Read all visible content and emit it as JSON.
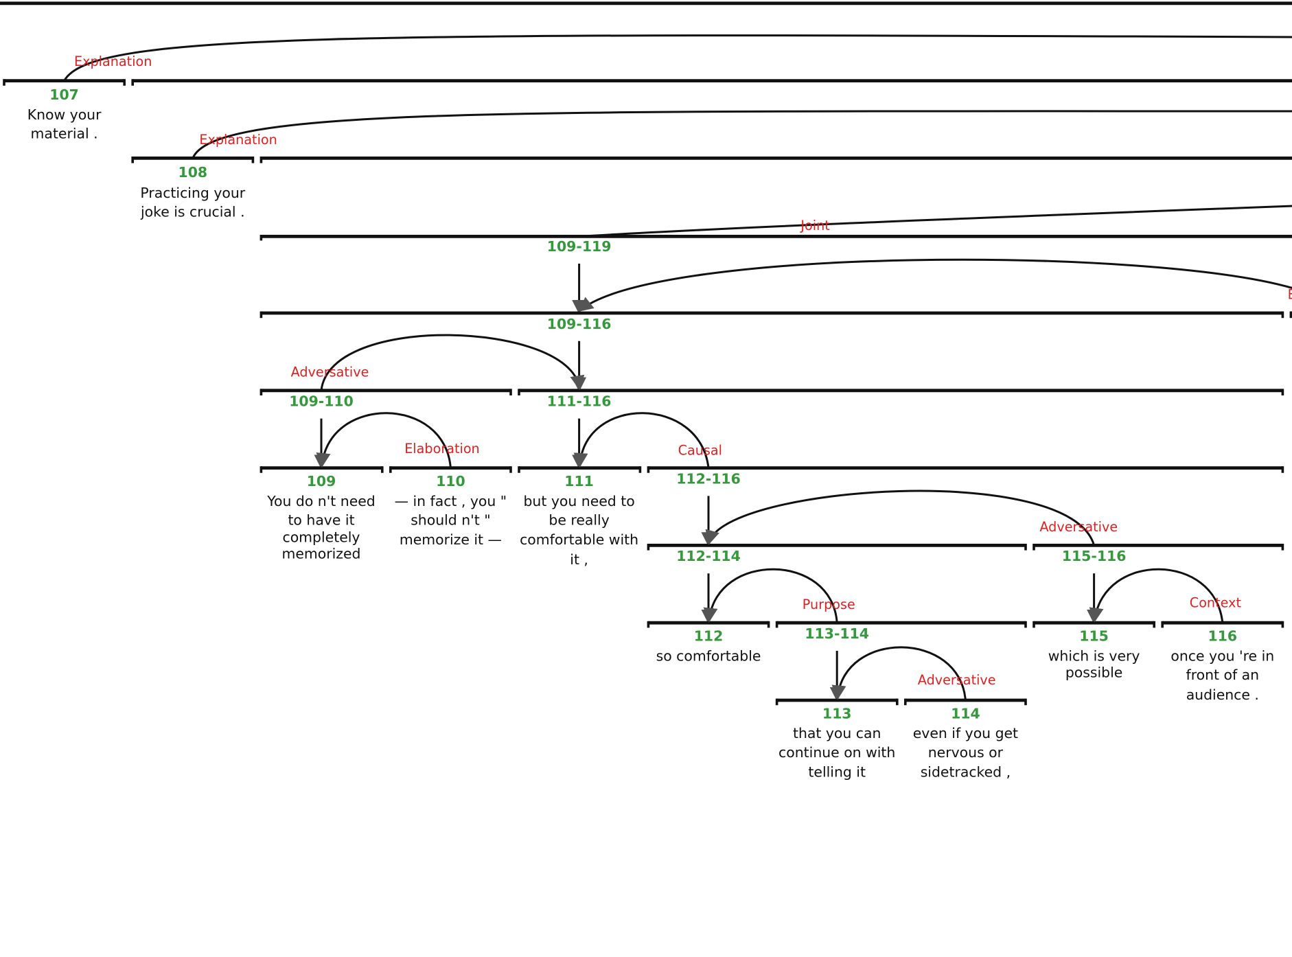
{
  "spans": {
    "s107": "107",
    "s108": "108",
    "s109_119": "109-119",
    "s109_116": "109-116",
    "s109_110": "109-110",
    "s111_116": "111-116",
    "s109": "109",
    "s110": "110",
    "s111": "111",
    "s112_116": "112-116",
    "s112_114": "112-114",
    "s115_116": "115-116",
    "s112": "112",
    "s113_114": "113-114",
    "s113": "113",
    "s114": "114",
    "s115": "115",
    "s116": "116"
  },
  "relations": {
    "r107": "Explanation",
    "r108": "Explanation",
    "joint": "Joint",
    "r109_116_right": "E",
    "adversative_109": "Adversative",
    "elaboration_110": "Elaboration",
    "causal_112": "Causal",
    "adversative_115": "Adversative",
    "purpose_113": "Purpose",
    "adversative_114": "Adversative",
    "context_116": "Context"
  },
  "texts": {
    "t107": [
      "Know your",
      "material ."
    ],
    "t108": [
      "Practicing your",
      "joke is crucial ."
    ],
    "t109": [
      "You do n't need",
      "to have it",
      "completely",
      "memorized"
    ],
    "t110": [
      "— in fact , you \"",
      "should n't \"",
      "memorize it —"
    ],
    "t111": [
      "but you need to",
      "be really",
      "comfortable with",
      "it ,"
    ],
    "t112": [
      "so comfortable"
    ],
    "t113": [
      "that you can",
      "continue on with",
      "telling it"
    ],
    "t114": [
      "even if you get",
      "nervous or",
      "sidetracked ,"
    ],
    "t115": [
      "which is very",
      "possible"
    ],
    "t116": [
      "once you 're in",
      "front of an",
      "audience ."
    ]
  }
}
